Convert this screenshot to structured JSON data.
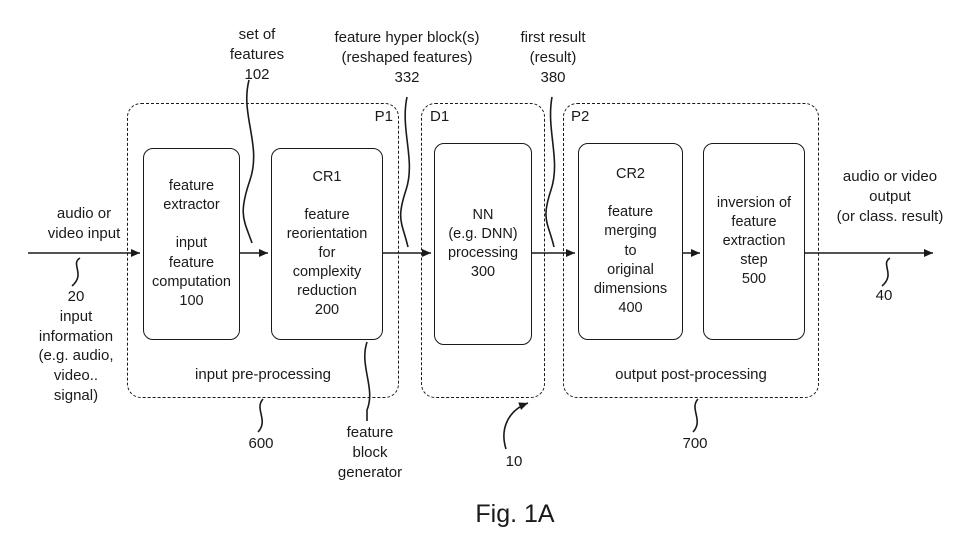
{
  "figure": {
    "caption": "Fig. 1A"
  },
  "input": {
    "label": "audio or\nvideo input",
    "annotation": "20\ninput\ninformation\n(e.g. audio,\nvideo..\nsignal)"
  },
  "output": {
    "label": "audio or video\noutput\n(or class. result)",
    "annotation": "40"
  },
  "top_annotations": {
    "set_of_features": "set of\nfeatures\n102",
    "feature_hyper_blocks": "feature hyper block(s)\n(reshaped features)\n332",
    "first_result": "first result\n(result)\n380"
  },
  "containers": {
    "p1": {
      "tag": "P1",
      "label": "input pre-processing",
      "ref": "600"
    },
    "d1": {
      "tag": "D1",
      "ref": "10"
    },
    "p2": {
      "tag": "P2",
      "label": "output post-processing",
      "ref": "700"
    }
  },
  "boxes": {
    "feature_extractor": "feature\nextractor\n\ninput\nfeature\ncomputation\n100",
    "cr1": "CR1\n\nfeature\nreorientation\nfor\ncomplexity\nreduction\n200",
    "nn": "NN\n(e.g. DNN)\nprocessing\n300",
    "cr2": "CR2\n\nfeature\nmerging\nto\noriginal\ndimensions\n400",
    "inversion": "inversion of\nfeature\nextraction\nstep\n500"
  },
  "bottom_annotations": {
    "feature_block_generator": "feature\nblock\ngenerator"
  }
}
